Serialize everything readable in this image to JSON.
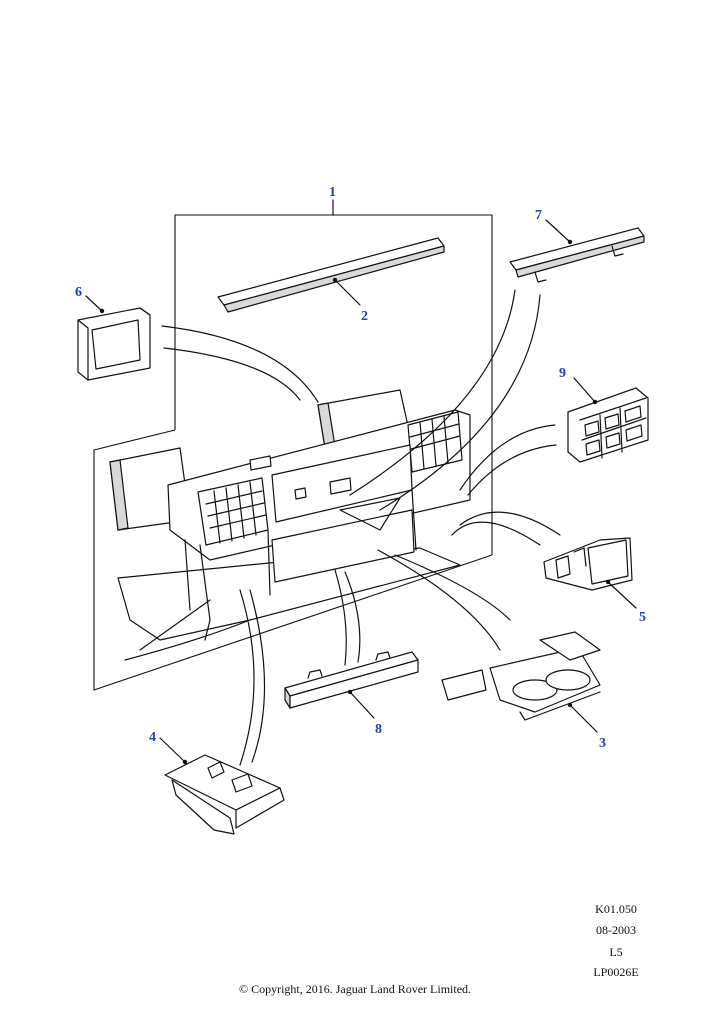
{
  "callouts": {
    "c1": "1",
    "c2": "2",
    "c3": "3",
    "c4": "4",
    "c5": "5",
    "c6": "6",
    "c7": "7",
    "c8": "8",
    "c9": "9"
  },
  "reference": {
    "code": "K01.050",
    "date": "08-2003",
    "level": "L5",
    "illustration": "LP0026E"
  },
  "copyright": "© Copyright, 2016. Jaguar Land Rover Limited.",
  "colors": {
    "callout": "#1f3fbf",
    "line": "#111111"
  }
}
